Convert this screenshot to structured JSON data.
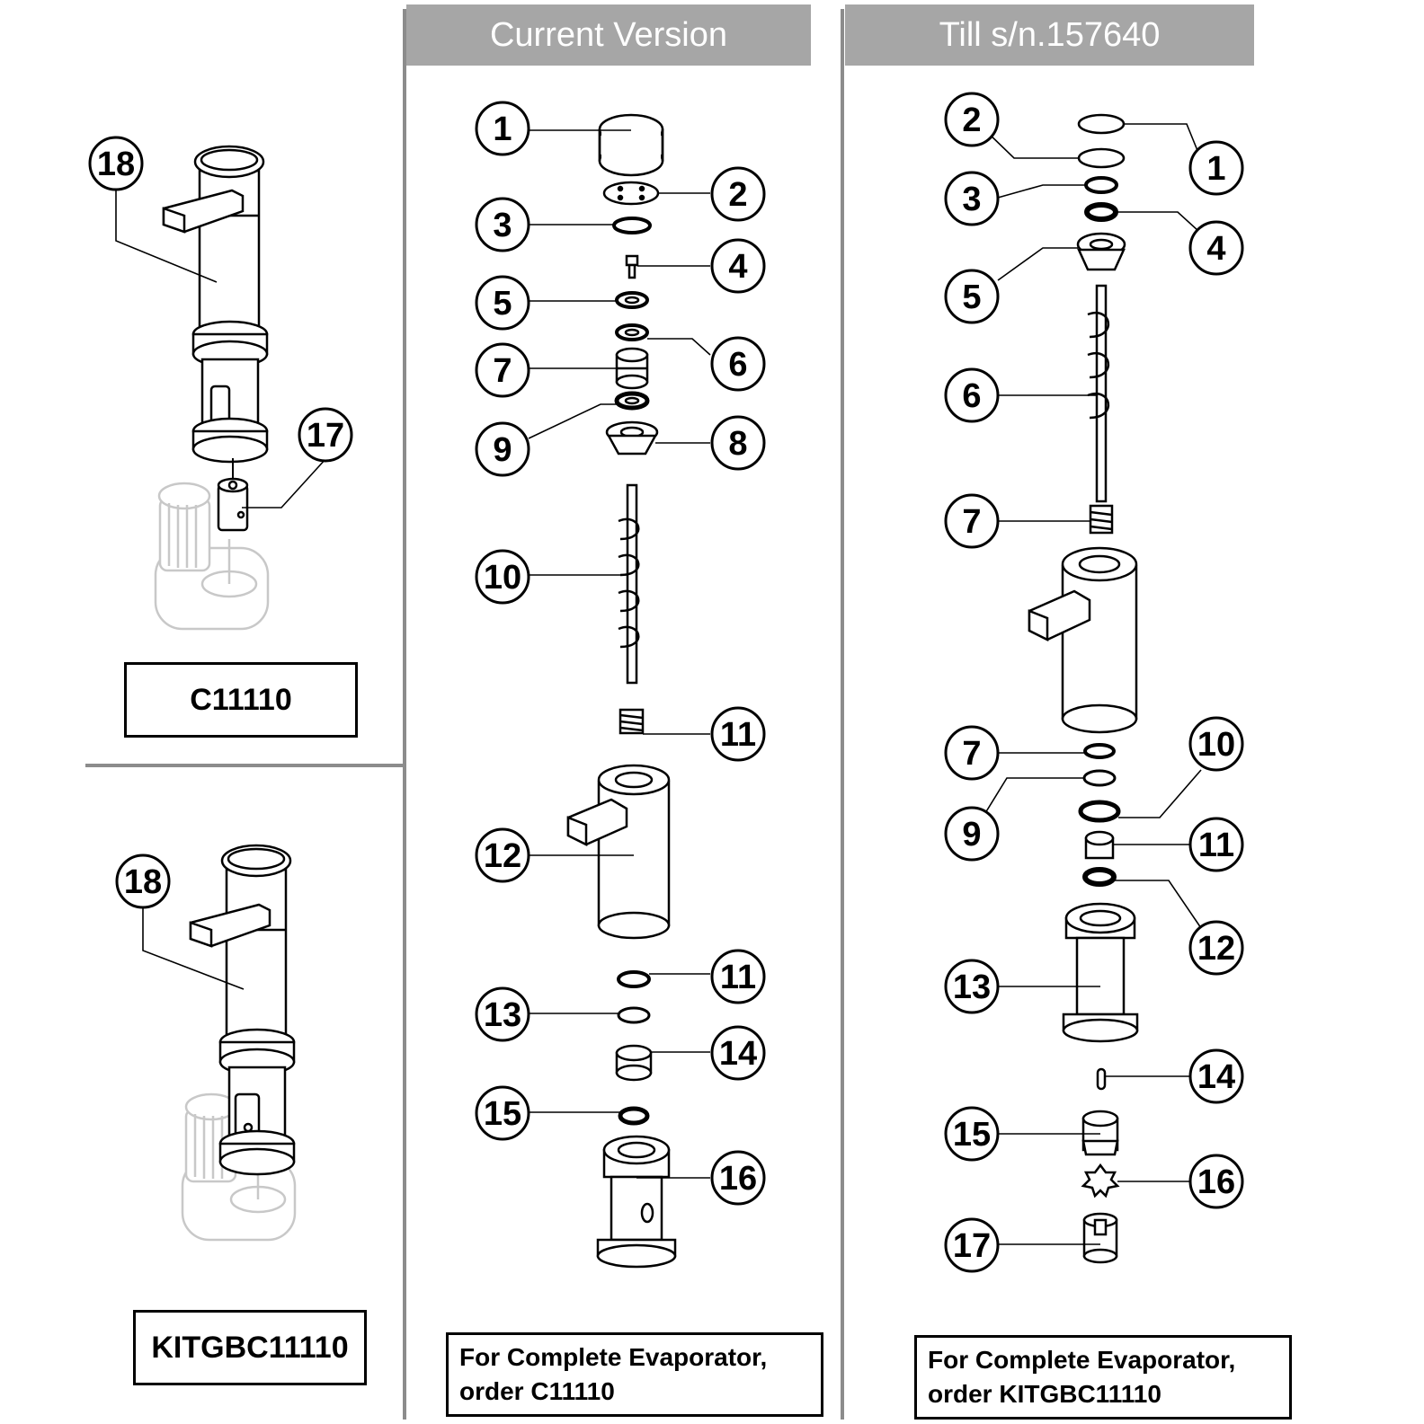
{
  "headers": {
    "current": "Current Version",
    "till": "Till s/n.157640"
  },
  "left": {
    "top_callouts": [
      "18",
      "17"
    ],
    "top_code": "C11110",
    "bottom_callouts": [
      "18"
    ],
    "bottom_code": "KITGBC11110"
  },
  "current": {
    "callouts": [
      "1",
      "2",
      "3",
      "4",
      "5",
      "6",
      "7",
      "8",
      "9",
      "10",
      "11",
      "12",
      "11",
      "13",
      "14",
      "15",
      "16"
    ],
    "note_line1": "For Complete Evaporator,",
    "note_line2": "order C11110"
  },
  "till": {
    "callouts": [
      "2",
      "1",
      "3",
      "4",
      "5",
      "6",
      "7",
      "7",
      "10",
      "9",
      "11",
      "12",
      "13",
      "14",
      "15",
      "16",
      "17"
    ],
    "note_line1": "For Complete Evaporator,",
    "note_line2": "order KITGBC11110"
  },
  "colors": {
    "header_bg": "#a6a6a6",
    "header_text": "#ffffff",
    "divider": "#8c8c8c",
    "ghost": "#c8c8c8"
  }
}
